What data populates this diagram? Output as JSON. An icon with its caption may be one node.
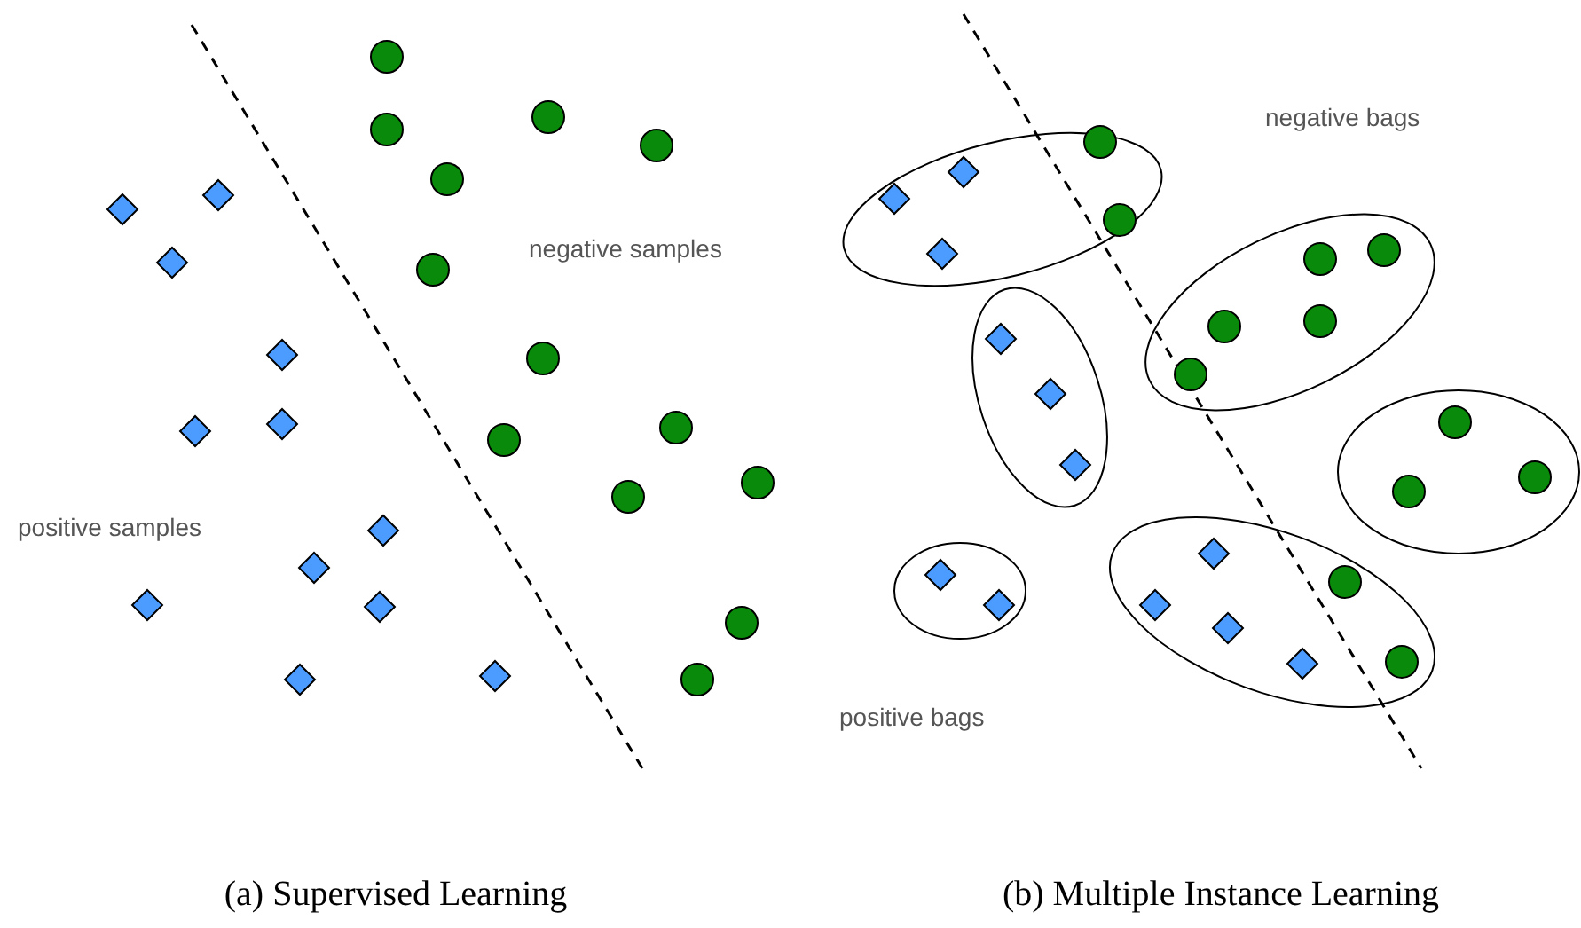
{
  "diagram": {
    "labels": [
      "negative samples",
      "positive samples",
      "(a) Supervised Learning",
      "negative bags",
      "positive bags",
      "(b) Multiple Instance Learning"
    ]
  }
}
